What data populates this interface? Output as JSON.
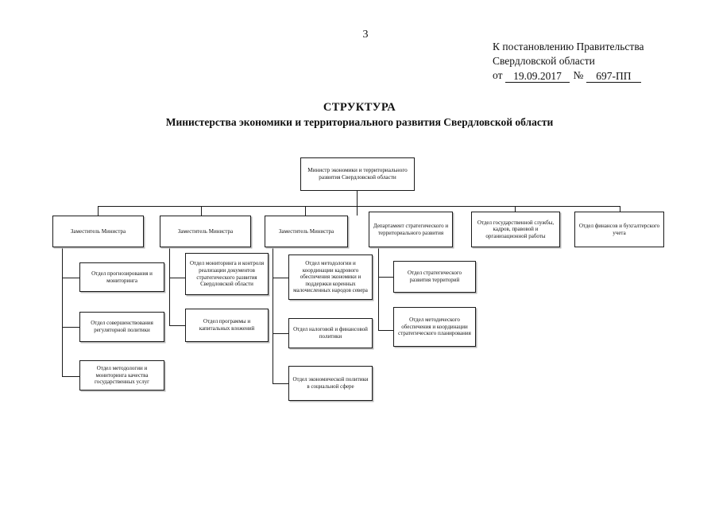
{
  "header": {
    "page_number": "3",
    "ref_line_1": "К постановлению Правительства",
    "ref_line_2": "Свердловской области",
    "ref_prefix": "от",
    "ref_date": "19.09.2017",
    "ref_number_sign": "№",
    "ref_number": "697-ПП"
  },
  "title": {
    "main": "СТРУКТУРА",
    "subtitle": "Министерства экономики и территориального развития Свердловской области"
  },
  "chart_data": {
    "type": "diagram",
    "title": "СТРУКТУРА Министерства экономики и территориального развития Свердловской области",
    "root": {
      "id": "minister",
      "label": "Министр  экономики и территориального развития Свердловской области"
    },
    "level2": [
      {
        "id": "deputy-1",
        "label": "Заместитель Министра"
      },
      {
        "id": "deputy-2",
        "label": "Заместитель Министра"
      },
      {
        "id": "deputy-3",
        "label": "Заместитель Министра"
      },
      {
        "id": "department-strategic",
        "label": "Департамент стратегического и территориального развития"
      },
      {
        "id": "dept-civil-service",
        "label": "Отдел государственной службы, кадров, правовой и организационной работы"
      },
      {
        "id": "dept-finance",
        "label": "Отдел финансов и бухгалтерского учета"
      }
    ],
    "level3": [
      {
        "parent": "deputy-1",
        "children": [
          {
            "id": "d1-c1",
            "label": "Отдел прогнозирования и мониторинга"
          },
          {
            "id": "d1-c2",
            "label": "Отдел совершенствования регуляторной политики"
          },
          {
            "id": "d1-c3",
            "label": "Отдел методологии и мониторинга качества государственных услуг"
          }
        ]
      },
      {
        "parent": "deputy-2",
        "children": [
          {
            "id": "d2-c1",
            "label": "Отдел мониторинга и контроля реализации документов стратегического развития Свердловской области"
          },
          {
            "id": "d2-c2",
            "label": "Отдел программы и капитальных вложений"
          }
        ]
      },
      {
        "parent": "deputy-3",
        "children": [
          {
            "id": "d3-c1",
            "label": "Отдел методологии и координации кадрового обеспечения экономики и поддержки коренных малочисленных народов севера"
          },
          {
            "id": "d3-c2",
            "label": "Отдел налоговой и финансовой политики"
          },
          {
            "id": "d3-c3",
            "label": "Отдел экономической политики в социальной сфере"
          }
        ]
      },
      {
        "parent": "department-strategic",
        "children": [
          {
            "id": "d4-c1",
            "label": "Отдел стратегического развития территорий"
          },
          {
            "id": "d4-c2",
            "label": "Отдел методического обеспечения и координации стратегического планирования"
          }
        ]
      }
    ],
    "colors": {
      "box_border": "#1a1a1a",
      "box_fill": "#ffffff",
      "connector": "#1a1a1a",
      "shadow": "#b9b9b9",
      "text": "#111111",
      "page_background": "#ffffff"
    }
  }
}
